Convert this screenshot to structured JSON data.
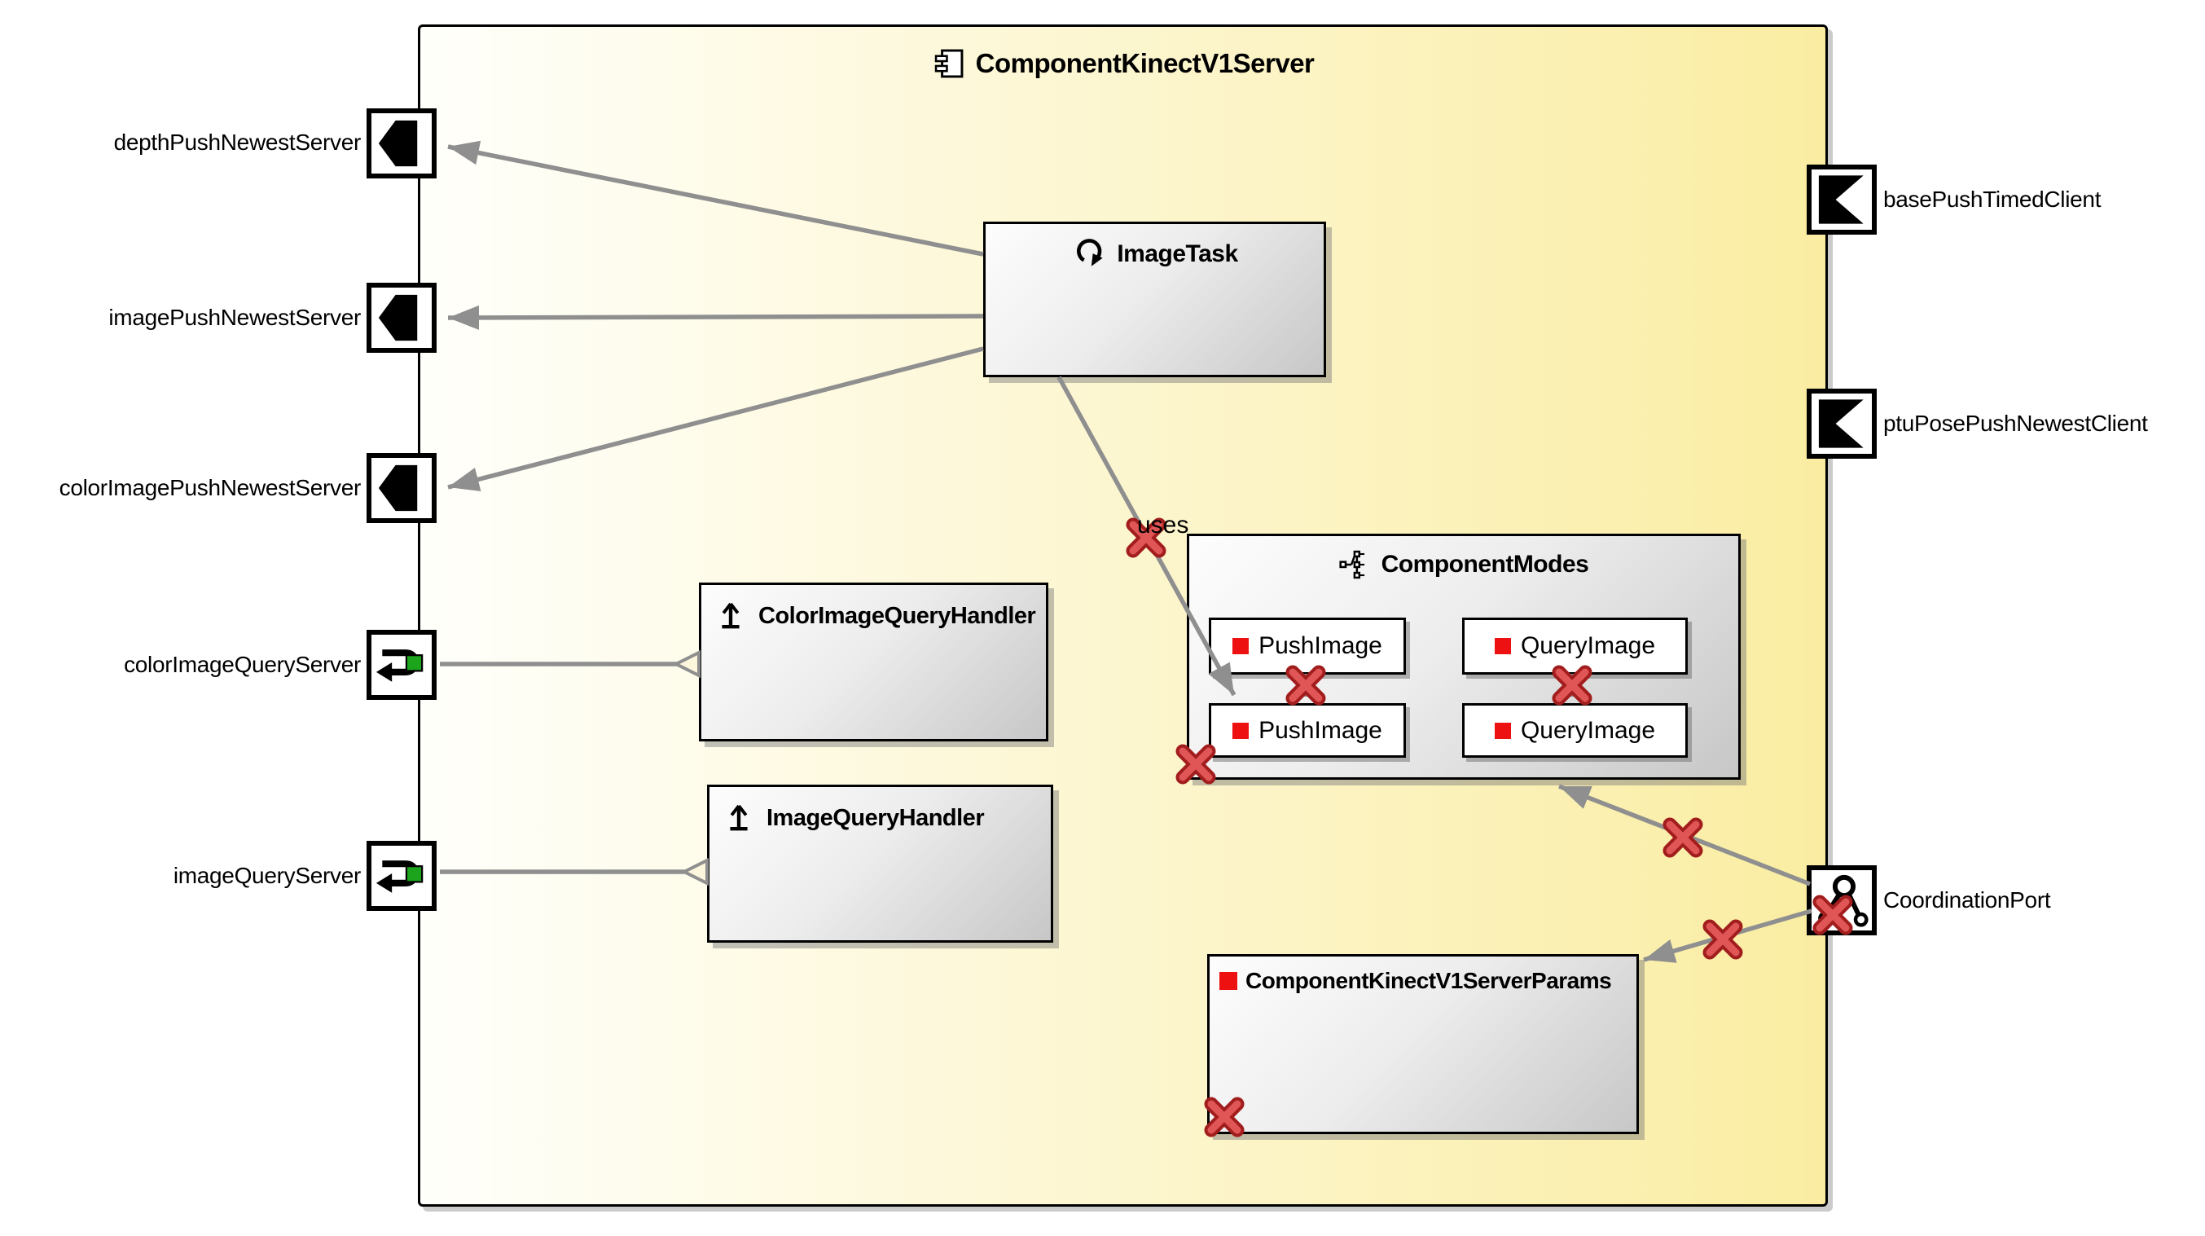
{
  "diagram": {
    "component": {
      "title": "ComponentKinectV1Server"
    },
    "ports": {
      "left": [
        {
          "label": "depthPushNewestServer",
          "kind": "push-server"
        },
        {
          "label": "imagePushNewestServer",
          "kind": "push-server"
        },
        {
          "label": "colorImagePushNewestServer",
          "kind": "push-server"
        },
        {
          "label": "colorImageQueryServer",
          "kind": "query-server"
        },
        {
          "label": "imageQueryServer",
          "kind": "query-server"
        }
      ],
      "right": [
        {
          "label": "basePushTimedClient",
          "kind": "push-client"
        },
        {
          "label": "ptuPosePushNewestClient",
          "kind": "push-client"
        },
        {
          "label": "CoordinationPort",
          "kind": "coordination"
        }
      ]
    },
    "inner": {
      "image_task": {
        "label": "ImageTask"
      },
      "color_image_query_handler": {
        "label": "ColorImageQueryHandler"
      },
      "image_query_handler": {
        "label": "ImageQueryHandler"
      },
      "component_modes": {
        "label": "ComponentModes",
        "items": [
          {
            "label": "PushImage"
          },
          {
            "label": "QueryImage"
          },
          {
            "label": "PushImage"
          },
          {
            "label": "QueryImage"
          }
        ]
      },
      "params": {
        "label": "ComponentKinectV1ServerParams"
      }
    },
    "annotations": {
      "uses_label": "uses"
    },
    "colors": {
      "component_fill_left": "#fffffb",
      "component_fill_right": "#faeda2",
      "connection_gray": "#8f8f8f",
      "error_red": "#e05555",
      "bullet_red": "#ee1111",
      "query_port_green": "#1ca41c"
    }
  }
}
